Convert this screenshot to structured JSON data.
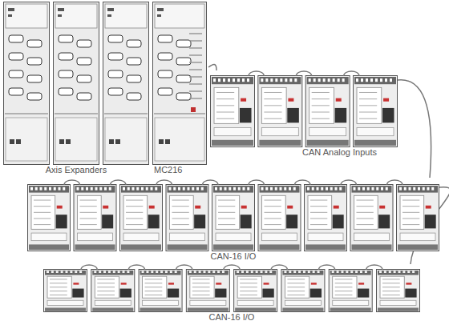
{
  "diagram": {
    "nodes": [
      {
        "text": [
          "Axis Expanders"
        ]
      },
      {
        "text": [
          "MC216"
        ]
      },
      {
        "text": [
          "CAN Analog Inputs"
        ]
      },
      {
        "text": [
          "CAN-16 I/O"
        ]
      },
      {
        "text": [
          "CAN-16 I/O"
        ]
      }
    ],
    "edges": [
      {
        "from": 1,
        "to": 2,
        "arrow": "none"
      },
      {
        "from": 2,
        "to": 3,
        "arrow": "none"
      },
      {
        "from": 3,
        "to": 4,
        "arrow": "none"
      }
    ]
  }
}
